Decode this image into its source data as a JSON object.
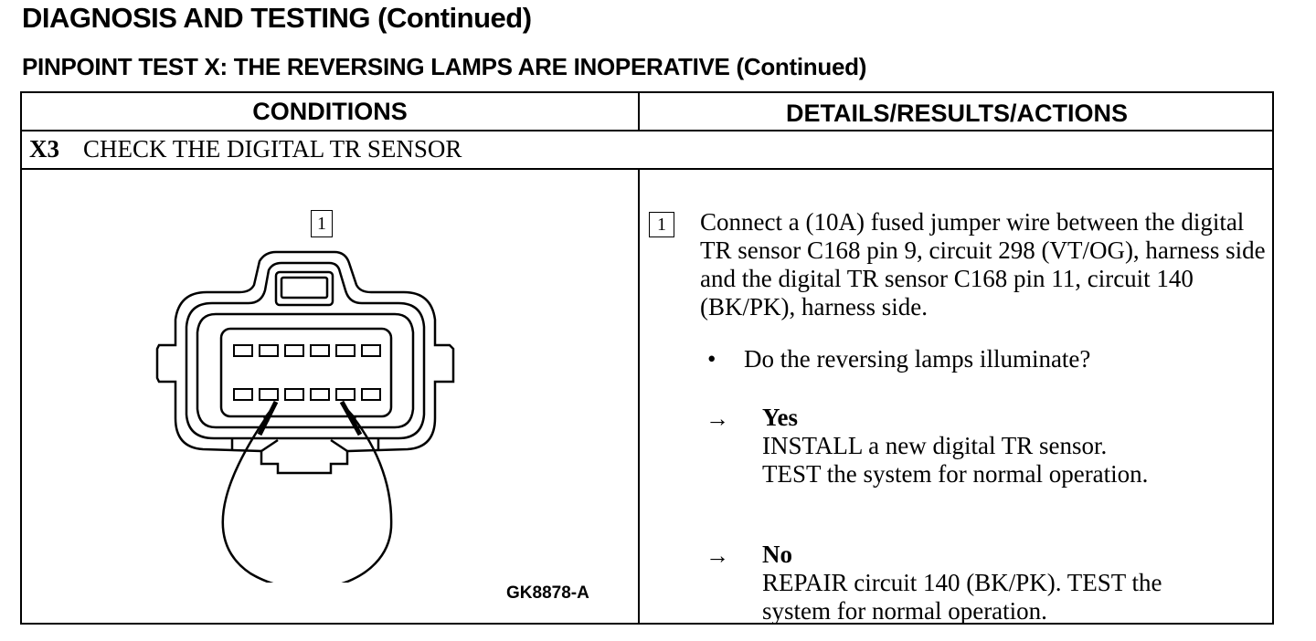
{
  "header": {
    "title": "DIAGNOSIS AND TESTING (Continued)",
    "subtitle": "PINPOINT TEST X:  THE REVERSING LAMPS ARE INOPERATIVE (Continued)"
  },
  "table": {
    "columns": [
      "CONDITIONS",
      "DETAILS/RESULTS/ACTIONS"
    ],
    "step": {
      "id": "X3",
      "title": "CHECK THE DIGITAL TR SENSOR"
    },
    "figure": {
      "callout": "1",
      "figure_id": "GK8878-A"
    },
    "details": {
      "callout": "1",
      "instruction": "Connect a (10A) fused jumper wire between the digital TR sensor C168 pin 9, circuit 298 (VT/OG), harness side and the digital TR sensor C168 pin 11, circuit 140 (BK/PK), harness side.",
      "bullet": "•",
      "question": "Do the reversing lamps illuminate?",
      "arrow": "→",
      "results": [
        {
          "label": "Yes",
          "lines": [
            "INSTALL a new digital TR sensor.",
            "TEST the system for normal operation."
          ]
        },
        {
          "label": "No",
          "lines": [
            "REPAIR circuit 140 (BK/PK). TEST the",
            "system for normal operation."
          ]
        }
      ]
    }
  }
}
